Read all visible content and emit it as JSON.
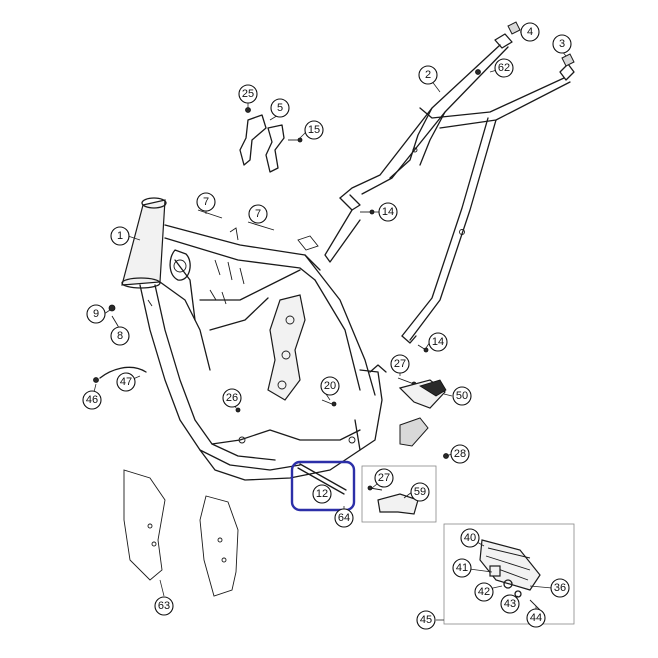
{
  "callouts": [
    {
      "id": "c1",
      "label": "1"
    },
    {
      "id": "c2",
      "label": "2"
    },
    {
      "id": "c3",
      "label": "3"
    },
    {
      "id": "c4",
      "label": "4"
    },
    {
      "id": "c5",
      "label": "5"
    },
    {
      "id": "c7a",
      "label": "7"
    },
    {
      "id": "c7b",
      "label": "7"
    },
    {
      "id": "c8",
      "label": "8"
    },
    {
      "id": "c9",
      "label": "9"
    },
    {
      "id": "c12",
      "label": "12"
    },
    {
      "id": "c14a",
      "label": "14"
    },
    {
      "id": "c14b",
      "label": "14"
    },
    {
      "id": "c15",
      "label": "15"
    },
    {
      "id": "c20",
      "label": "20"
    },
    {
      "id": "c25",
      "label": "25"
    },
    {
      "id": "c26",
      "label": "26"
    },
    {
      "id": "c27a",
      "label": "27"
    },
    {
      "id": "c27b",
      "label": "27"
    },
    {
      "id": "c28",
      "label": "28"
    },
    {
      "id": "c36",
      "label": "36"
    },
    {
      "id": "c40",
      "label": "40"
    },
    {
      "id": "c41",
      "label": "41"
    },
    {
      "id": "c42",
      "label": "42"
    },
    {
      "id": "c43",
      "label": "43"
    },
    {
      "id": "c44",
      "label": "44"
    },
    {
      "id": "c45",
      "label": "45"
    },
    {
      "id": "c46",
      "label": "46"
    },
    {
      "id": "c47",
      "label": "47"
    },
    {
      "id": "c50",
      "label": "50"
    },
    {
      "id": "c59",
      "label": "59"
    },
    {
      "id": "c62",
      "label": "62"
    },
    {
      "id": "c63",
      "label": "63"
    },
    {
      "id": "c64",
      "label": "64"
    }
  ],
  "highlight": {
    "target": "12",
    "color": "#2c2fa8"
  }
}
